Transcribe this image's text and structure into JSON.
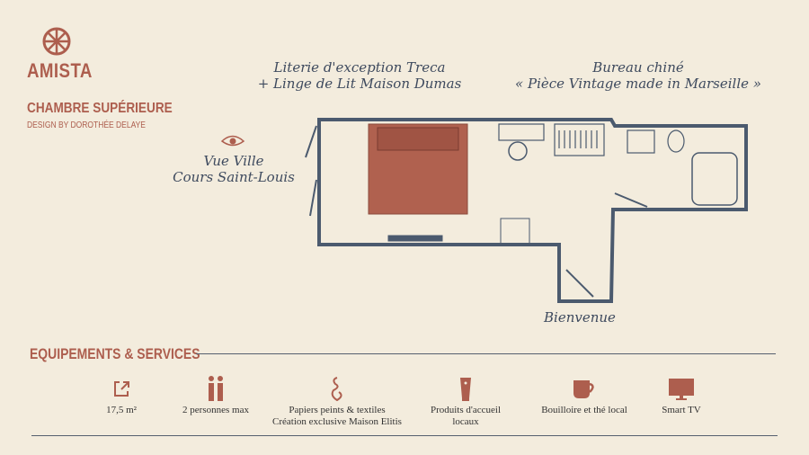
{
  "brand": {
    "name": "AMISTA",
    "room": "CHAMBRE SUPÉRIEURE",
    "designer": "DESIGN BY DOROTHÉE DELAYE"
  },
  "plan": {
    "bedding": [
      "Literie d'exception Treca",
      "+ Linge de Lit Maison Dumas"
    ],
    "desk": [
      "Bureau chiné",
      "« Pièce Vintage made in Marseille »"
    ],
    "view": [
      "Vue Ville",
      "Cours Saint-Louis"
    ],
    "entrance": "Bienvenue"
  },
  "equipment": {
    "title": "EQUIPEMENTS & SERVICES",
    "items": [
      {
        "icon": "area-icon",
        "label": "17,5 m²"
      },
      {
        "icon": "persons-icon",
        "label": "2 personnes max"
      },
      {
        "icon": "wallpaper-icon",
        "label": "Papiers peints & textiles",
        "label2": "Création exclusive Maison Elitis"
      },
      {
        "icon": "toiletries-icon",
        "label": "Produits d'accueil",
        "label2": "locaux"
      },
      {
        "icon": "kettle-tea-icon",
        "label": "Bouilloire et thé local"
      },
      {
        "icon": "tv-icon",
        "label": "Smart TV"
      }
    ]
  },
  "colors": {
    "accent": "#ad5e4e",
    "plan": "#4b5a6e",
    "bg": "#f3ecdd"
  }
}
